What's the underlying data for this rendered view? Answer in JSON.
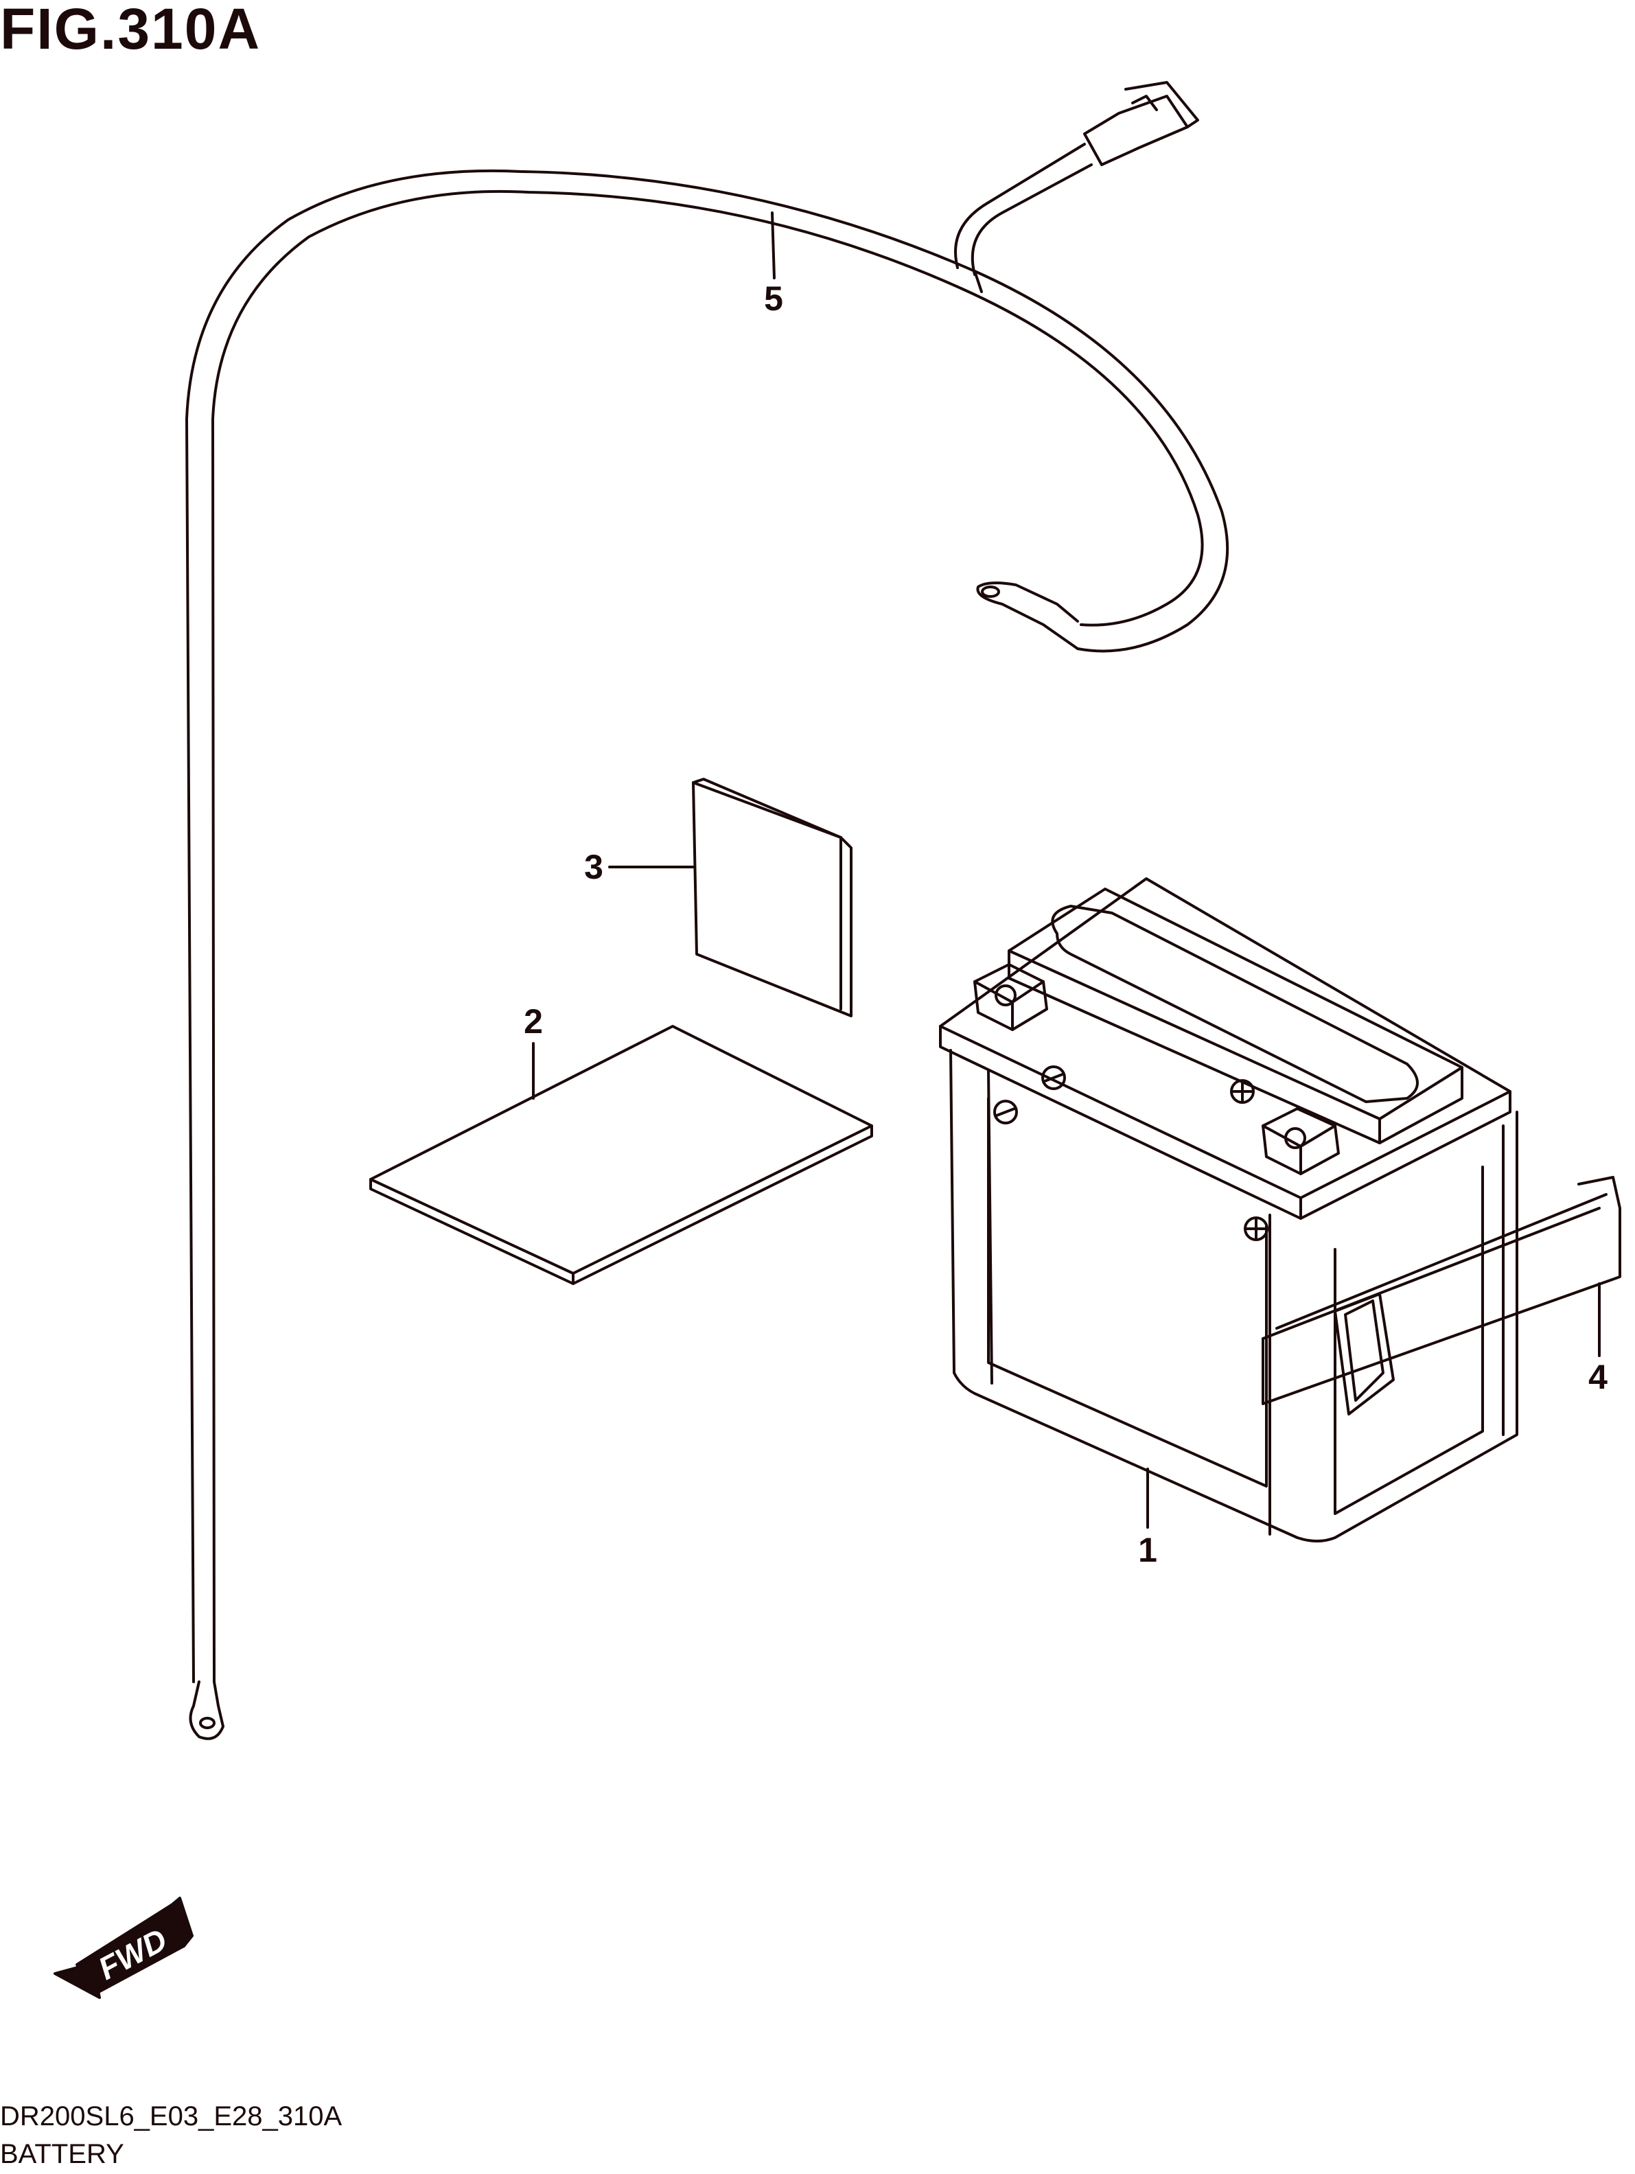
{
  "figure": {
    "title": "FIG.310A"
  },
  "callouts": [
    {
      "id": "1",
      "label": "1"
    },
    {
      "id": "2",
      "label": "2"
    },
    {
      "id": "3",
      "label": "3"
    },
    {
      "id": "4",
      "label": "4"
    },
    {
      "id": "5",
      "label": "5"
    }
  ],
  "direction_badge": {
    "label": "FWD"
  },
  "footer": {
    "code": "DR200SL6_E03_E28_310A",
    "name": "BATTERY"
  },
  "colors": {
    "line": "#1c0a0a",
    "background": "#ffffff"
  }
}
